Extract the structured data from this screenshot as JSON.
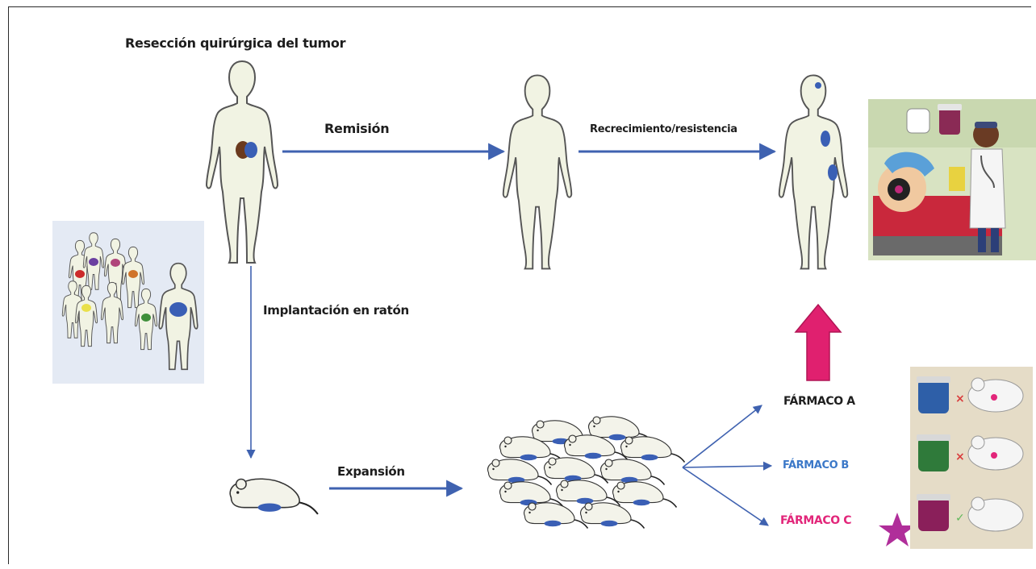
{
  "labels": {
    "title": "Resección quirúrgica del tumor",
    "remission": "Remisión",
    "regrowth": "Recrecimiento/resistencia",
    "implant": "Implantación   en ratón",
    "expansion": "Expansión"
  },
  "drugs": [
    {
      "label": "FÁRMACO A",
      "color": "#1f1f1f"
    },
    {
      "label": "FÁRMACO B",
      "color": "#3b78c8"
    },
    {
      "label": "FÁRMACO C",
      "color": "#e2267a"
    }
  ],
  "colors": {
    "arrow": "#3f62b0",
    "body_fill": "#f1f3e3",
    "body_stroke": "#555555",
    "tumor": "#3a5fb5",
    "pink_arrow": "#e0206f",
    "star": "#b02e9a",
    "panel_bg": "#e4eaf4",
    "jar_panel_bg": "#e5dcc7",
    "mouse": "#f3f3ea"
  },
  "icons": {
    "cross": "cross-icon",
    "check": "check-icon",
    "star": "star-icon"
  }
}
